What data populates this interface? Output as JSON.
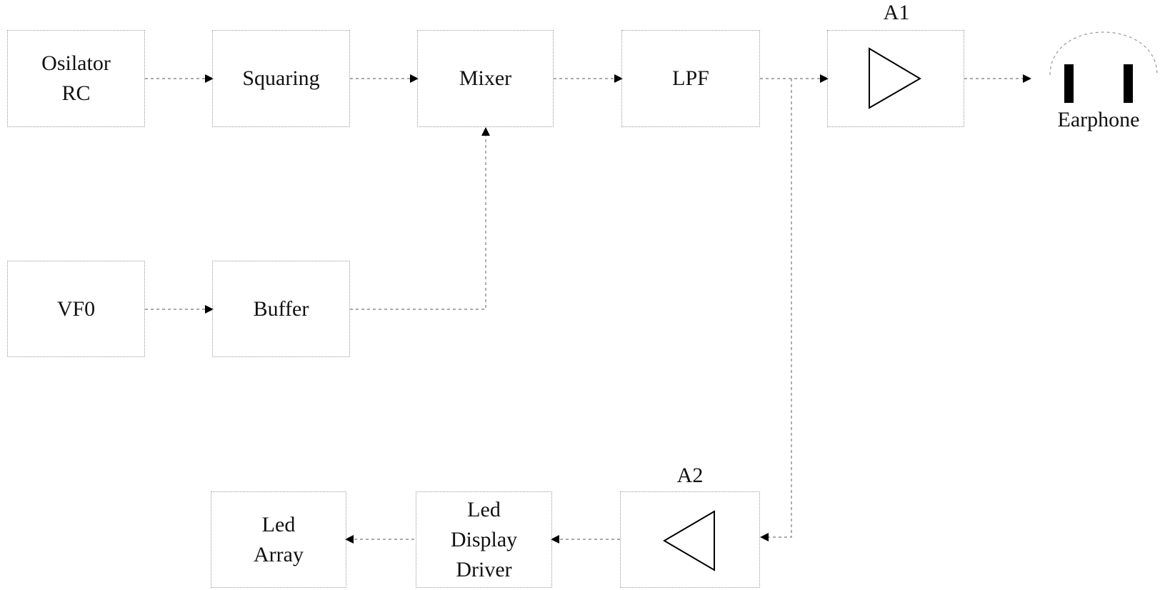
{
  "blocks": {
    "osilator": "Osilator\nRC",
    "squaring": "Squaring",
    "mixer": "Mixer",
    "lpf": "LPF",
    "vfo": "VF0",
    "buffer": "Buffer",
    "led_array": "Led\nArray",
    "led_driver": "Led\nDisplay\nDriver"
  },
  "amplifiers": {
    "a1": "A1",
    "a2": "A2"
  },
  "earphone": "Earphone"
}
